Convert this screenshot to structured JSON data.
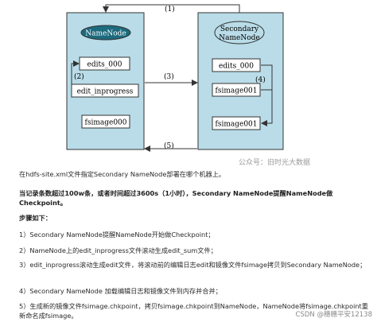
{
  "diagram": {
    "namenode_label": "NameNode",
    "secondary_label_line1": "Secondary",
    "secondary_label_line2": "NameNode",
    "edits_000_left": "edits_000",
    "edit_inprogress": "edit_inprogress",
    "fsimage000": "fsimage000",
    "edits_000_right": "edits_000",
    "fsimage001_top": "fsimage001",
    "fsimage001_bottom": "fsimage001",
    "step1": "(1)",
    "step2": "(2)",
    "step3": "(3)",
    "step4": "(4)",
    "step5": "(5)",
    "colors": {
      "box_fill": "#b9dce8",
      "ellipse_fill": "#1c6a7d",
      "stroke": "#333333"
    }
  },
  "watermark_gzh": "公众号：旧时光大数据",
  "content": {
    "intro": "在hdfs-site.xml文件指定Secondary NameNode部署在哪个机器上。",
    "condition": "当记录条数超过100w条，或者时间超过3600s（1小时），Secondary NameNode提醒NameNode做Checkpoint。",
    "steps_title": "步骤如下：",
    "steps": [
      "1）Secondary NameNode提醒NameNode开始做Checkpoint；",
      "2）NameNode上的edit_inprogress文件滚动生成edit_sum文件；",
      "3）edit_inprogress滚动生成edit文件，将滚动前的编辑日志edit和镜像文件fsimage拷贝到Secondary NameNode；",
      "4）Secondary NameNode 加载编辑日志和镜像文件到内存并合并；",
      "5）生成新的镜像文件fsimage.chkpoint，拷贝fsimage.chkpoint到NameNode，NameNode将fsimage.chkpoint重新命名成fsimage。"
    ]
  },
  "watermark_csdn": "CSDN @穗穗平安12138"
}
